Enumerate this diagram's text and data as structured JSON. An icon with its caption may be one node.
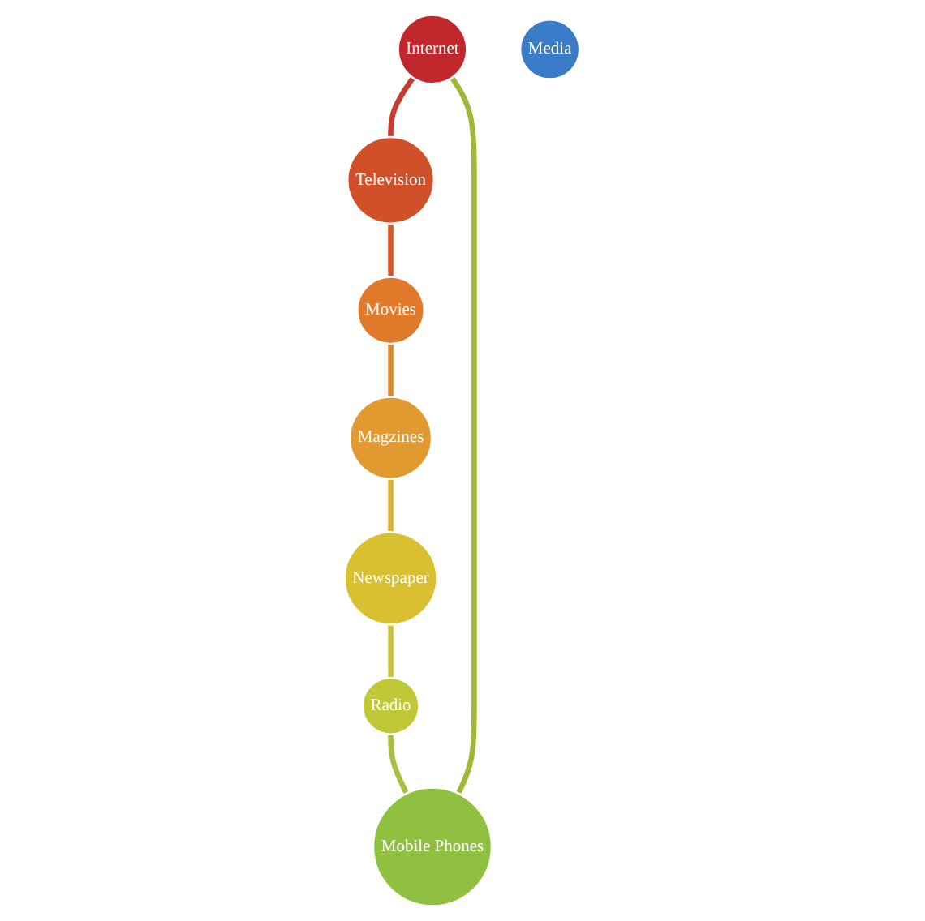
{
  "diagram": {
    "nodes": [
      {
        "text": [
          "Internet"
        ]
      },
      {
        "text": [
          "Television"
        ]
      },
      {
        "text": [
          "Movies"
        ]
      },
      {
        "text": [
          "Magzines"
        ]
      },
      {
        "text": [
          "Newspaper"
        ]
      },
      {
        "text": [
          "Radio"
        ]
      },
      {
        "text": [
          "Mobile Phones"
        ]
      },
      {
        "text": [
          "Media"
        ]
      }
    ],
    "edges": [
      {
        "from": 0,
        "to": 1,
        "arrow": "none",
        "color": "#c83a30"
      },
      {
        "from": 1,
        "to": 2,
        "arrow": "none",
        "color": "#d05a30"
      },
      {
        "from": 2,
        "to": 3,
        "arrow": "none",
        "color": "#d88a30"
      },
      {
        "from": 3,
        "to": 4,
        "arrow": "none",
        "color": "#d8b040"
      },
      {
        "from": 4,
        "to": 5,
        "arrow": "none",
        "color": "#c8c040"
      },
      {
        "from": 5,
        "to": 6,
        "arrow": "none",
        "color": "#a8c040"
      },
      {
        "from": 6,
        "to": 0,
        "arrow": "none",
        "color": "#a0b838"
      }
    ]
  }
}
